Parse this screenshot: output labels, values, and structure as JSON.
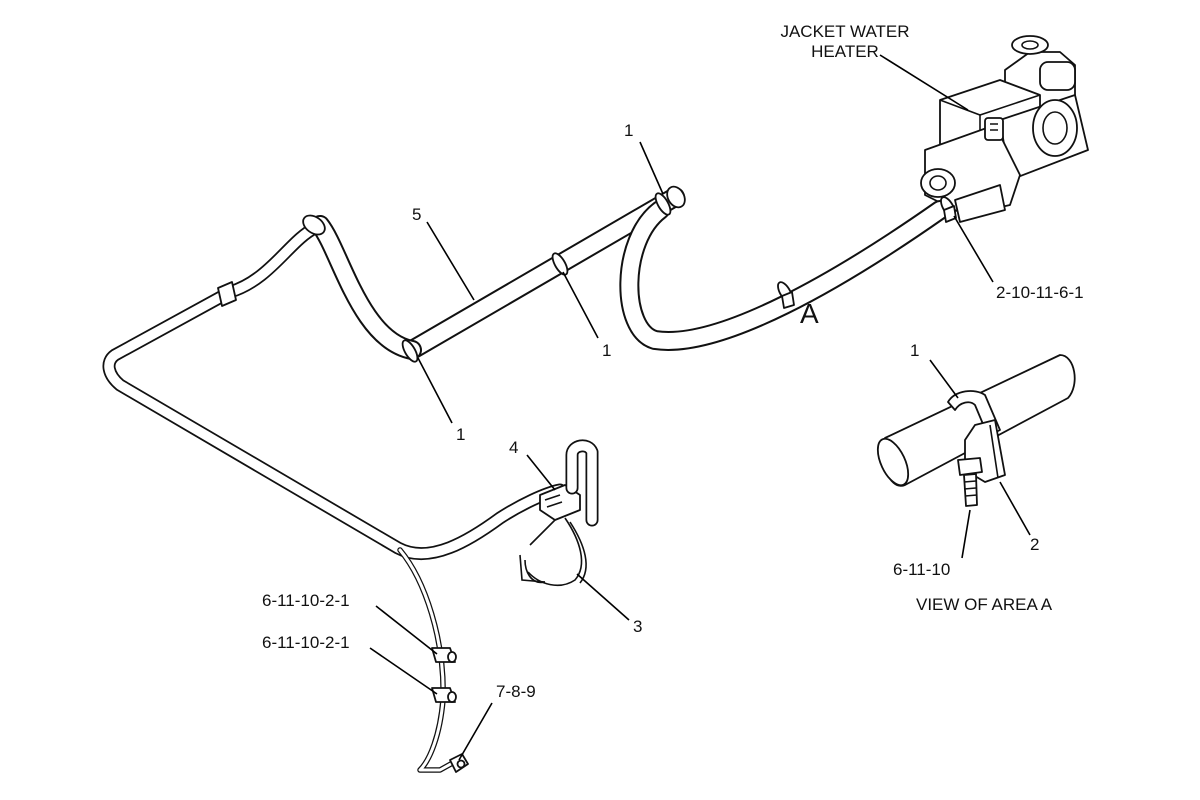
{
  "labels": {
    "heater": [
      "JACKET WATER",
      "HEATER"
    ],
    "hose_5": "5",
    "clip_1_top": "1",
    "clip_1_mid": "1",
    "clip_1_left": "1",
    "clamp_2_10_11_6_1": "2-10-11-6-1",
    "area_a": "A",
    "connector_4": "4",
    "wire_3": "3",
    "clip_6_11_10_2_1_upper": "6-11-10-2-1",
    "clip_6_11_10_2_1_lower": "6-11-10-2-1",
    "ground_7_8_9": "7-8-9",
    "detail_clip_1": "1",
    "detail_bracket_2": "2",
    "detail_bolt_6_11_10": "6-11-10",
    "detail_caption": "VIEW OF AREA A"
  }
}
